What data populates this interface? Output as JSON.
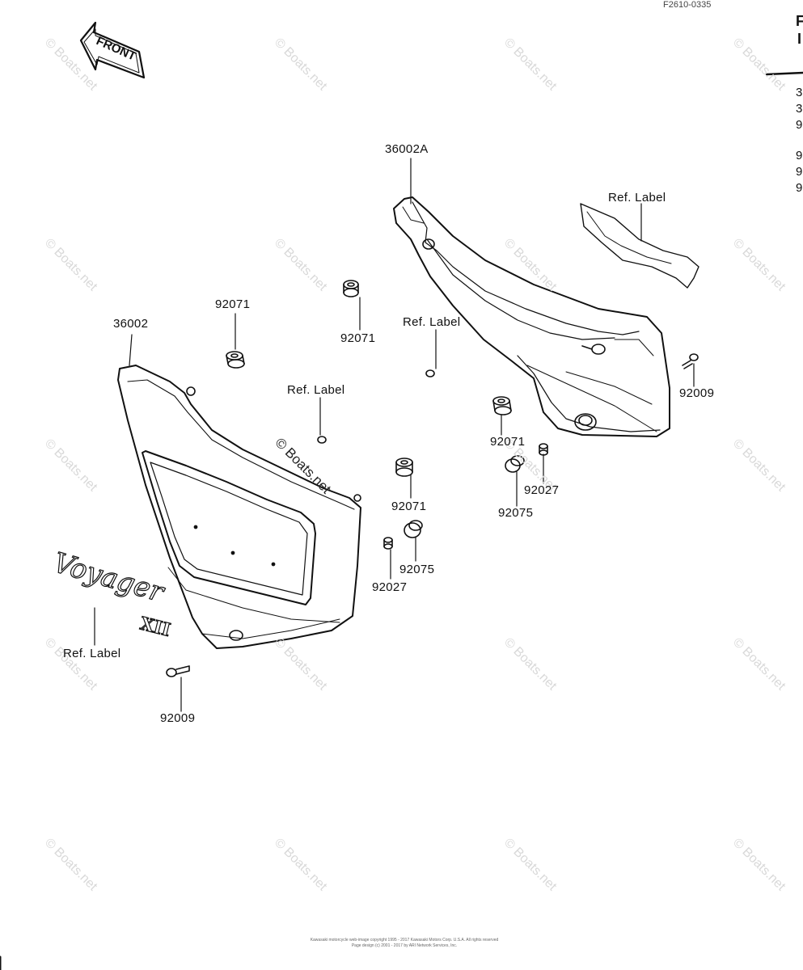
{
  "diagram_code": "F2610-0335",
  "watermark": "© Boats.net",
  "front_arrow_label": "FRONT",
  "right_edge_chars": [
    "F",
    "I",
    "3",
    "3",
    "9",
    "9",
    "9",
    "9"
  ],
  "labels": {
    "p36002A": "36002A",
    "p36002": "36002",
    "p92071_a": "92071",
    "p92071_b": "92071",
    "p92071_c": "92071",
    "p92071_d": "92071",
    "p92009_a": "92009",
    "p92009_b": "92009",
    "p92027_a": "92027",
    "p92027_b": "92027",
    "p92075_a": "92075",
    "p92075_b": "92075",
    "ref_label_a": "Ref. Label",
    "ref_label_b": "Ref. Label",
    "ref_label_c": "Ref. Label",
    "ref_label_d": "Ref. Label"
  },
  "emblem_text": "Voyager",
  "emblem_numeral": "XII",
  "footer_line1": "Kawasaki motorcycle web-image copyright 1995 - 2017 Kawasaki Motors Corp. U.S.A. All rights reserved",
  "footer_line2": "Page design (c) 2001 - 2017 by ARI Network Services, Inc."
}
